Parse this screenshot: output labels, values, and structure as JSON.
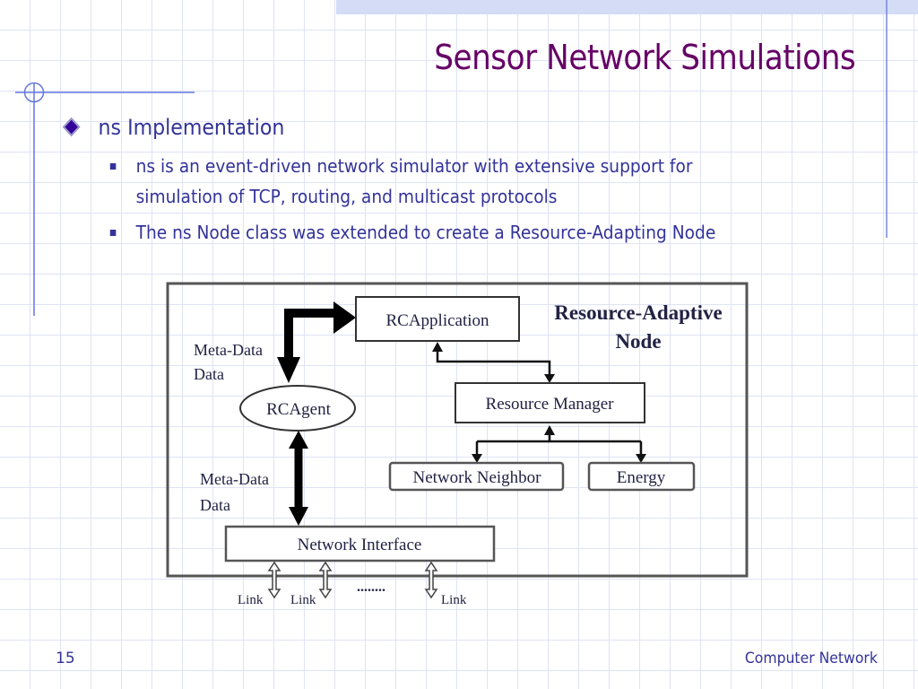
{
  "slide": {
    "title": "Sensor Network Simulations",
    "bullets": [
      {
        "text": "ns Implementation",
        "icon": "diamond-bullet-icon",
        "children": [
          {
            "text_line1": "ns is an event-driven network simulator with extensive support for",
            "text_line2": "simulation of TCP, routing, and multicast protocols",
            "icon": "square-bullet-icon"
          },
          {
            "text_line1": "The ns Node class was extended to create a Resource-Adapting Node",
            "icon": "square-bullet-icon"
          }
        ]
      }
    ],
    "footer": {
      "page_number": "15",
      "right_text": "Computer Network"
    }
  },
  "diagram": {
    "title_line1": "Resource-Adaptive",
    "title_line2": "Node",
    "nodes": {
      "rcapplication": "RCApplication",
      "rcagent": "RCAgent",
      "resource_manager": "Resource Manager",
      "network_neighbor": "Network Neighbor",
      "energy": "Energy",
      "network_interface": "Network Interface"
    },
    "edge_labels": {
      "upper_line1": "Meta-Data",
      "upper_line2": "Data",
      "lower_line1": "Meta-Data",
      "lower_line2": "Data"
    },
    "links": [
      "Link",
      "Link",
      "Link"
    ],
    "ellipsis": "........"
  },
  "colors": {
    "title": "#660066",
    "body_text": "#333399",
    "accent_lines": "#6677dd",
    "grid": "#dfe3f4",
    "top_band": "#d4dcf6"
  }
}
